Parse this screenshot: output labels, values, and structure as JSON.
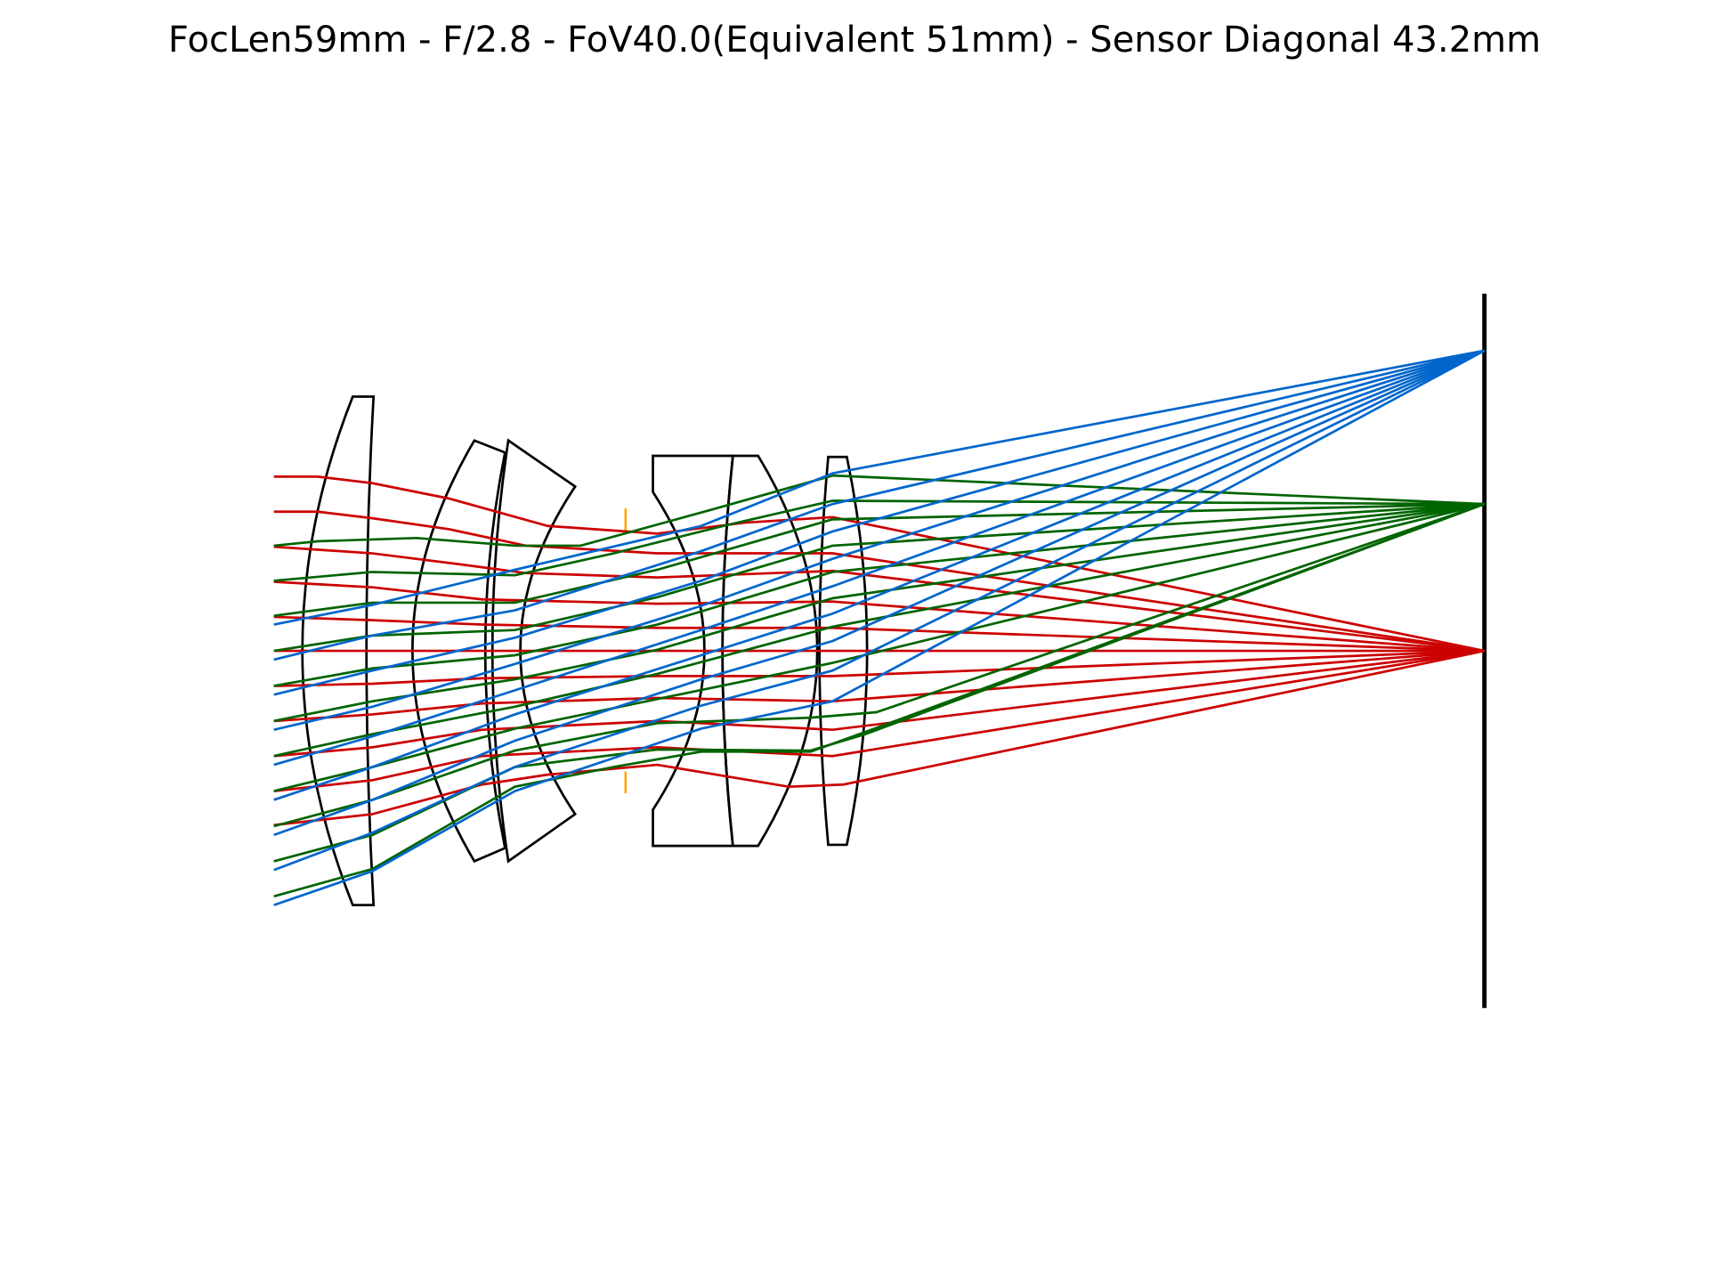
{
  "title": "FocLen59mm - F/2.8 - FoV40.0(Equivalent 51mm) - Sensor Diagonal 43.2mm",
  "colors": {
    "field_on_axis": "#cc0000",
    "field_mid": "#006400",
    "field_edge": "#0066cc",
    "lens": "#000000",
    "stop": "#ffa500",
    "sensor": "#000000"
  },
  "specs": {
    "focal_length_mm": 59,
    "f_number": 2.8,
    "fov_deg": 40.0,
    "equivalent_mm": 51,
    "sensor_diagonal_mm": 43.2
  },
  "legend": []
}
